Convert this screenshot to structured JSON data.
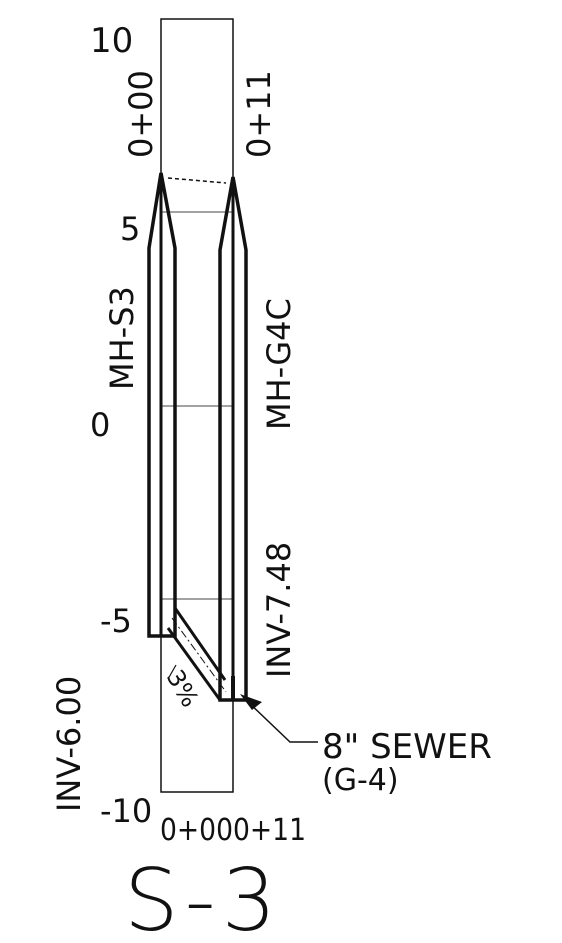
{
  "drawing": {
    "axis": {
      "top": "10",
      "upper": "5",
      "middle": "0",
      "lower": "-5",
      "bottom": "-10"
    },
    "stations": {
      "top_left": "0+00",
      "top_right": "0+11",
      "bottom": "0+000+11"
    },
    "structures": {
      "left_manhole": "MH-S3",
      "right_manhole": "MH-G4C"
    },
    "inverts": {
      "left": "INV-6.00",
      "right": "INV-7.48"
    },
    "slope": "3%",
    "pipe": {
      "label": "8\" SEWER",
      "sheet": "(G-4)"
    },
    "sheet_title": "S-3"
  },
  "colors": {
    "ink": "#111111",
    "background": "#ffffff"
  }
}
